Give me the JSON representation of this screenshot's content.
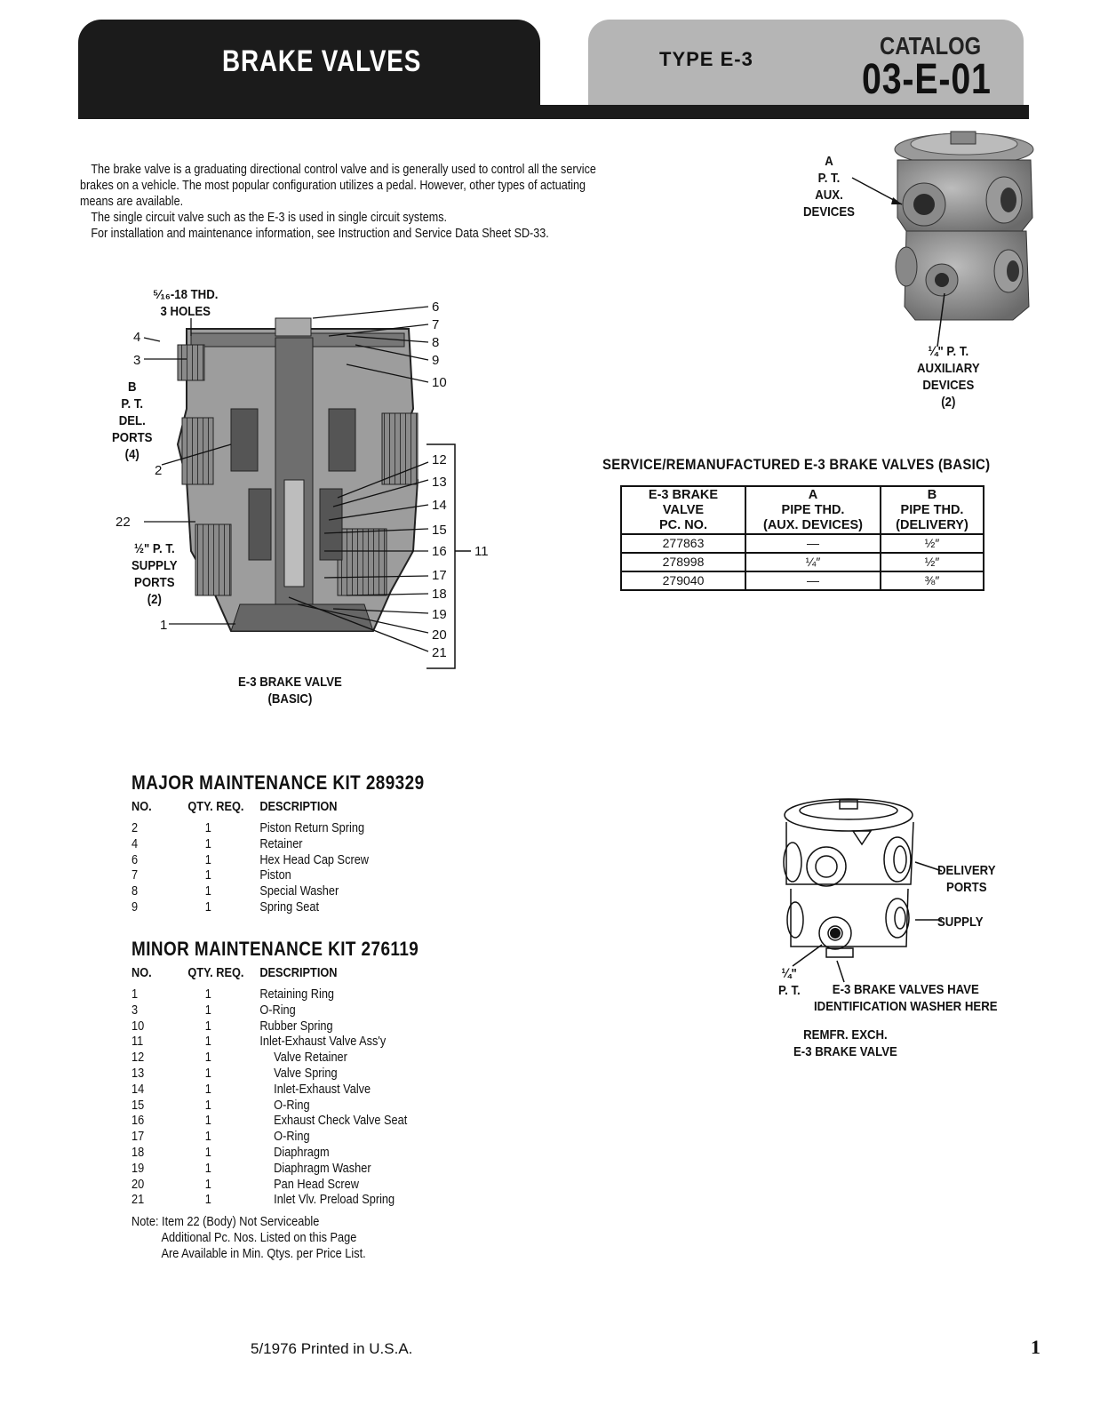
{
  "header": {
    "title": "BRAKE VALVES",
    "type": "TYPE E-3",
    "catalog_label": "CATALOG",
    "catalog_number": "03-E-01"
  },
  "intro": {
    "p1": "The brake valve is a graduating directional control valve and is generally used to control all the service brakes on a vehicle. The most popular configuration utilizes a pedal. However, other types of actuating means are available.",
    "p2": "The single circuit valve such as the E-3 is used in single circuit systems.",
    "p3": "For installation and maintenance information, see Instruction and Service Data Sheet SD-33."
  },
  "photo_top": {
    "label_a": [
      "A",
      "P. T.",
      "AUX.",
      "DEVICES"
    ],
    "label_aux": [
      "¼\" P. T.",
      "AUXILIARY",
      "DEVICES",
      "(2)"
    ]
  },
  "diagram": {
    "thread_label": [
      "⁵⁄₁₆-18 THD.",
      "3 HOLES"
    ],
    "del_ports": [
      "B",
      "P. T.",
      "DEL.",
      "PORTS",
      "(4)"
    ],
    "supply_ports": [
      "½\" P. T.",
      "SUPPLY",
      "PORTS",
      "(2)"
    ],
    "caption": [
      "E-3 BRAKE VALVE",
      "(BASIC)"
    ],
    "callouts_left": [
      "4",
      "3",
      "2",
      "22",
      "1"
    ],
    "callouts_right": [
      "6",
      "7",
      "8",
      "9",
      "10",
      "12",
      "13",
      "14",
      "15",
      "16",
      "17",
      "18",
      "19",
      "20",
      "21"
    ],
    "callout_11": "11"
  },
  "service_table": {
    "title": "SERVICE/REMANUFACTURED E-3 BRAKE VALVES (BASIC)",
    "headers": [
      "E-3 BRAKE\nVALVE\nPC. NO.",
      "A\nPIPE THD.\n(AUX. DEVICES)",
      "B\nPIPE THD.\n(DELIVERY)"
    ],
    "rows": [
      [
        "277863",
        "—",
        "½″"
      ],
      [
        "278998",
        "¼″",
        "½″"
      ],
      [
        "279040",
        "—",
        "⅜″"
      ]
    ]
  },
  "major_kit": {
    "title": "MAJOR MAINTENANCE KIT 289329",
    "headers": [
      "NO.",
      "QTY. REQ.",
      "DESCRIPTION"
    ],
    "rows": [
      [
        "2",
        "1",
        "Piston Return Spring"
      ],
      [
        "4",
        "1",
        "Retainer"
      ],
      [
        "6",
        "1",
        "Hex Head Cap Screw"
      ],
      [
        "7",
        "1",
        "Piston"
      ],
      [
        "8",
        "1",
        "Special Washer"
      ],
      [
        "9",
        "1",
        "Spring Seat"
      ]
    ]
  },
  "minor_kit": {
    "title": "MINOR MAINTENANCE KIT 276119",
    "headers": [
      "NO.",
      "QTY. REQ.",
      "DESCRIPTION"
    ],
    "rows": [
      [
        "1",
        "1",
        "Retaining Ring"
      ],
      [
        "3",
        "1",
        "O-Ring"
      ],
      [
        "10",
        "1",
        "Rubber Spring"
      ],
      [
        "11",
        "1",
        "Inlet-Exhaust Valve Ass'y"
      ],
      [
        "12",
        "1",
        "Valve Retainer"
      ],
      [
        "13",
        "1",
        "Valve Spring"
      ],
      [
        "14",
        "1",
        "Inlet-Exhaust Valve"
      ],
      [
        "15",
        "1",
        "O-Ring"
      ],
      [
        "16",
        "1",
        "Exhaust Check Valve Seat"
      ],
      [
        "17",
        "1",
        "O-Ring"
      ],
      [
        "18",
        "1",
        "Diaphragm"
      ],
      [
        "19",
        "1",
        "Diaphragm Washer"
      ],
      [
        "20",
        "1",
        "Pan Head Screw"
      ],
      [
        "21",
        "1",
        "Inlet Vlv. Preload Spring"
      ]
    ]
  },
  "note": [
    "Note: Item 22 (Body) Not Serviceable",
    "Additional Pc. Nos. Listed on this Page",
    "Are Available in Min. Qtys. per Price List."
  ],
  "line_drawing": {
    "delivery": [
      "DELIVERY",
      "PORTS"
    ],
    "supply": "SUPPLY",
    "pt": [
      "¼\"",
      "P. T."
    ],
    "washer": [
      "E-3 BRAKE VALVES HAVE",
      "IDENTIFICATION WASHER HERE"
    ],
    "remfr": [
      "REMFR. EXCH.",
      "E-3 BRAKE VALVE"
    ]
  },
  "footer": {
    "printed": "5/1976 Printed in U.S.A.",
    "page": "1"
  }
}
